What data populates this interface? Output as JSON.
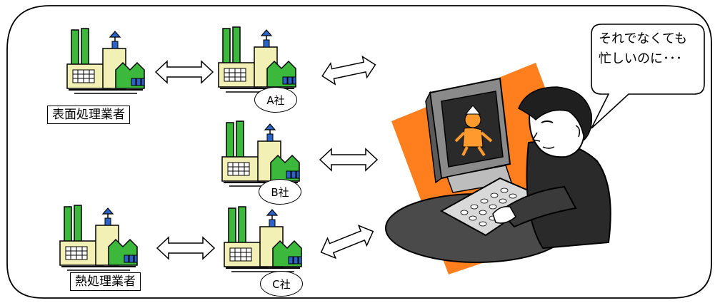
{
  "labels": {
    "surface_treatment": "表面処理業者",
    "heat_treatment": "熱処理業者",
    "company_a": "A社",
    "company_b": "B社",
    "company_c": "C社"
  },
  "speech": {
    "line1": "それでなくても",
    "line2": "忙しいのに･･･"
  },
  "colors": {
    "factory_green": "#3cb93c",
    "factory_cream": "#f2f0b4",
    "window_blue": "#2b63c8",
    "backdrop_orange": "#ff7f1e",
    "outline": "#000000"
  }
}
